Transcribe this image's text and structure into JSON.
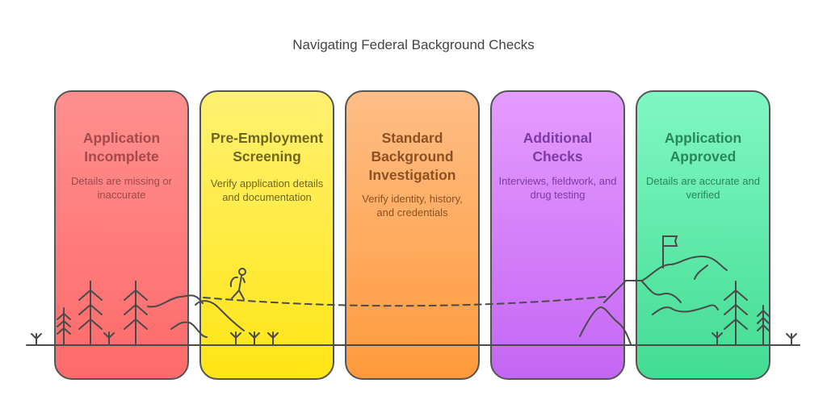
{
  "title": "Navigating Federal Background Checks",
  "stages": [
    {
      "title": "Application Incomplete",
      "description": "Details are missing or inaccurate"
    },
    {
      "title": "Pre-Employment Screening",
      "description": "Verify application details and documentation"
    },
    {
      "title": "Standard Background Investigation",
      "description": "Verify identity, history, and credentials"
    },
    {
      "title": "Additional Checks",
      "description": "Interviews, fieldwork, and drug testing"
    },
    {
      "title": "Application Approved",
      "description": "Details are accurate and verified"
    }
  ]
}
